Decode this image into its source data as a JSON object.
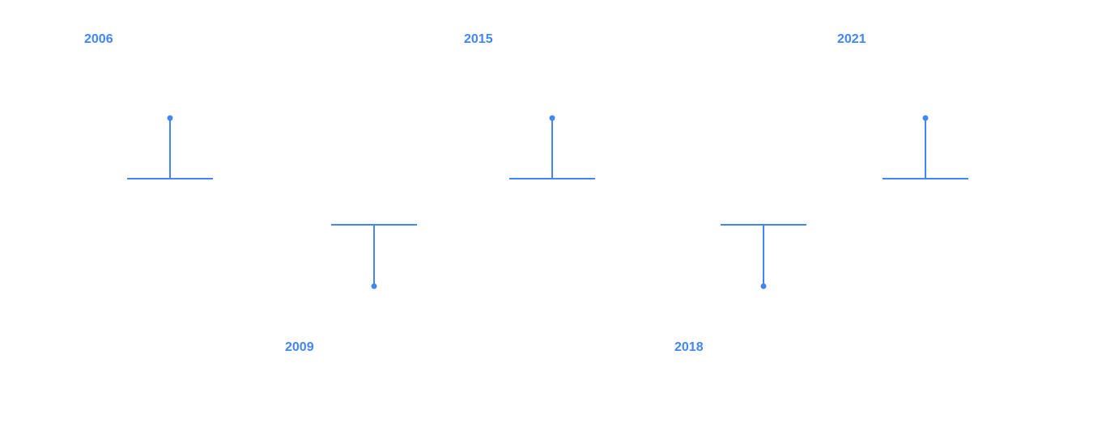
{
  "accent_color": "#4285f4",
  "timeline": {
    "entries": [
      {
        "year": "2006",
        "side": "top"
      },
      {
        "year": "2009",
        "side": "bottom"
      },
      {
        "year": "2015",
        "side": "top"
      },
      {
        "year": "2018",
        "side": "bottom"
      },
      {
        "year": "2021",
        "side": "top"
      }
    ]
  }
}
